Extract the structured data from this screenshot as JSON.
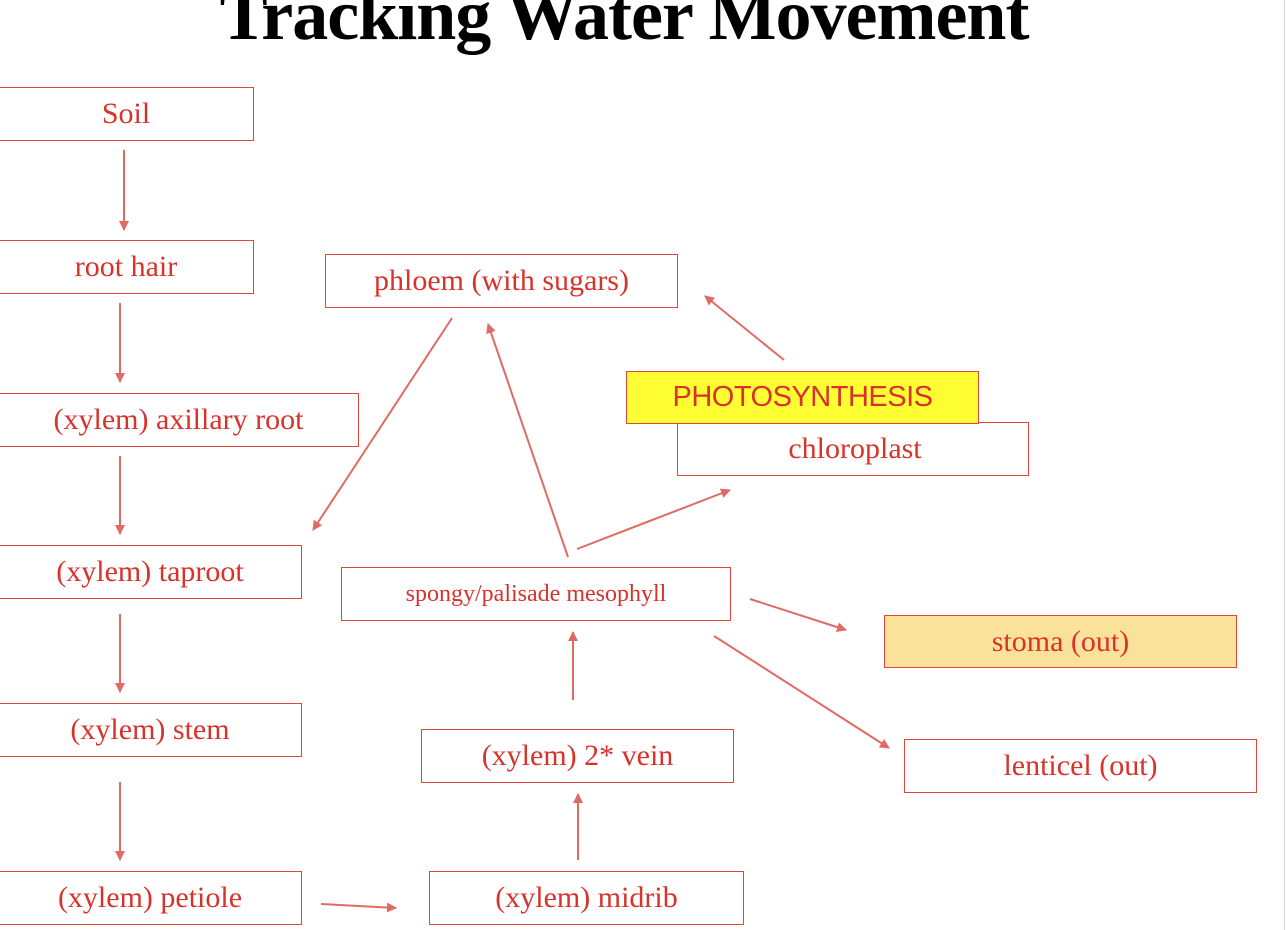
{
  "title": "Tracking Water Movement",
  "nodes": {
    "soil": "Soil",
    "root_hair": "root hair",
    "axillary_root": "(xylem) axillary root",
    "taproot": "(xylem) taproot",
    "stem": "(xylem) stem",
    "petiole": "(xylem) petiole",
    "midrib": "(xylem) midrib",
    "vein": "(xylem) 2* vein",
    "mesophyll": "spongy/palisade mesophyll",
    "phloem": "phloem (with sugars)",
    "photosynthesis": "PHOTOSYNTHESIS",
    "chloroplast": "chloroplast",
    "stoma": "stoma (out)",
    "lenticel": "lenticel (out)"
  },
  "colors": {
    "stroke": "#e0473a",
    "text": "#d8322a",
    "arrow": "#e06a64",
    "photosynthesis_fill": "#ffff33",
    "stoma_fill": "#fae29a"
  }
}
